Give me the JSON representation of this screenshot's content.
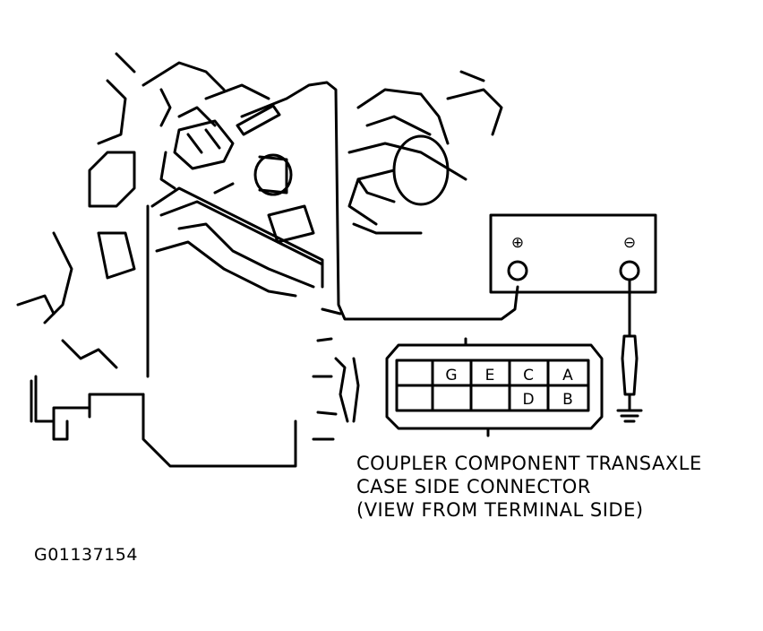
{
  "caption": {
    "line1": "COUPLER COMPONENT TRANSAXLE",
    "line2": "CASE SIDE CONNECTOR",
    "line3": "(VIEW FROM TERMINAL SIDE)"
  },
  "figure_id": "G01137154",
  "connector": {
    "top_row": [
      "",
      "G",
      "E",
      "C",
      "A"
    ],
    "bottom_row": [
      "",
      "",
      "",
      "D",
      "B"
    ]
  },
  "meter": {
    "positive_symbol": "⊕",
    "negative_symbol": "⊖"
  }
}
